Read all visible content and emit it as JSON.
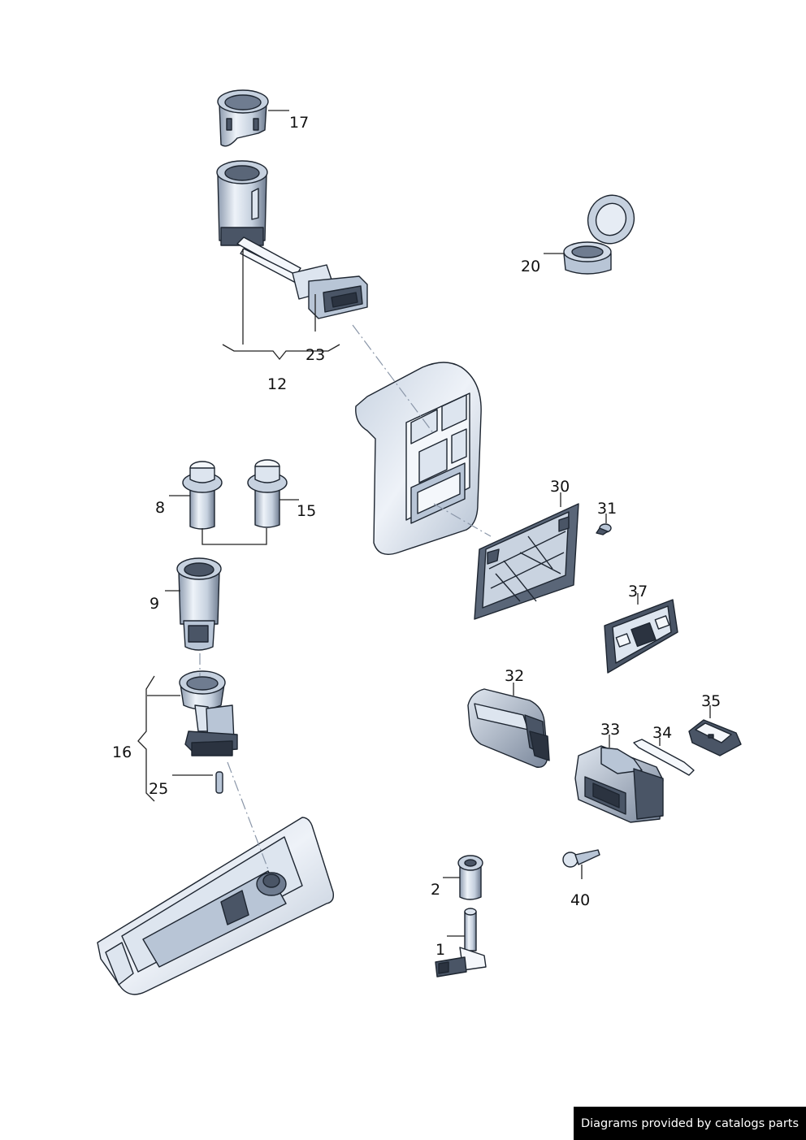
{
  "callouts": [
    {
      "id": "17",
      "text": "17"
    },
    {
      "id": "20",
      "text": "20"
    },
    {
      "id": "23",
      "text": "23"
    },
    {
      "id": "12",
      "text": "12"
    },
    {
      "id": "30",
      "text": "30"
    },
    {
      "id": "31",
      "text": "31"
    },
    {
      "id": "8",
      "text": "8"
    },
    {
      "id": "15",
      "text": "15"
    },
    {
      "id": "37",
      "text": "37"
    },
    {
      "id": "9",
      "text": "9"
    },
    {
      "id": "32",
      "text": "32"
    },
    {
      "id": "35",
      "text": "35"
    },
    {
      "id": "33",
      "text": "33"
    },
    {
      "id": "34",
      "text": "34"
    },
    {
      "id": "16",
      "text": "16"
    },
    {
      "id": "25",
      "text": "25"
    },
    {
      "id": "40",
      "text": "40"
    },
    {
      "id": "2",
      "text": "2"
    },
    {
      "id": "1",
      "text": "1"
    }
  ],
  "footer": {
    "text": "Diagrams provided by catalogs parts"
  }
}
